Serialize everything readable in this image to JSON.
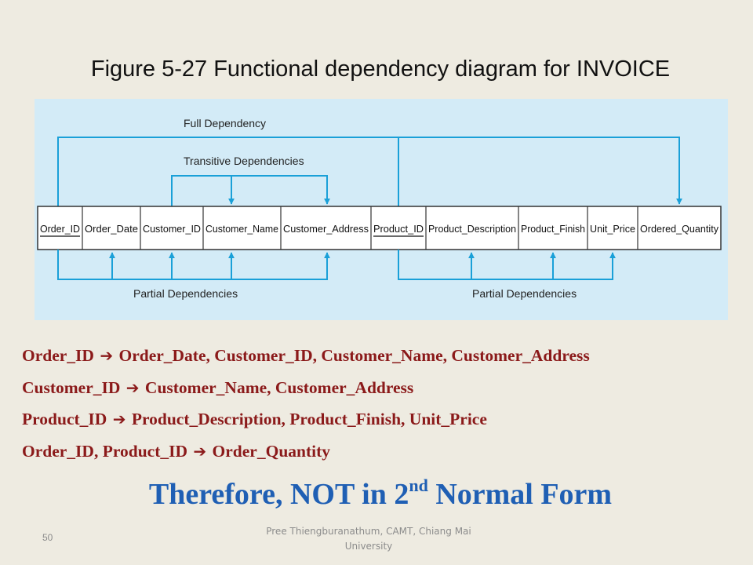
{
  "title": "Figure 5-27 Functional dependency diagram for INVOICE",
  "diagram": {
    "attributes": [
      {
        "name": "Order_ID",
        "key": true
      },
      {
        "name": "Order_Date",
        "key": false
      },
      {
        "name": "Customer_ID",
        "key": false
      },
      {
        "name": "Customer_Name",
        "key": false
      },
      {
        "name": "Customer_Address",
        "key": false
      },
      {
        "name": "Product_ID",
        "key": true
      },
      {
        "name": "Product_Description",
        "key": false
      },
      {
        "name": "Product_Finish",
        "key": false
      },
      {
        "name": "Unit_Price",
        "key": false
      },
      {
        "name": "Ordered_Quantity",
        "key": false
      }
    ],
    "full_dependency_label": "Full Dependency",
    "transitive_label": "Transitive Dependencies",
    "partial_left_label": "Partial Dependencies",
    "partial_right_label": "Partial Dependencies",
    "colors": {
      "panel": "#D3EBF7",
      "arrow": "#1AA0D8",
      "box_border": "#333333"
    }
  },
  "dependencies": [
    {
      "lhs": "Order_ID",
      "arrow": "➔",
      "rhs": "Order_Date, Customer_ID, Customer_Name, Customer_Address"
    },
    {
      "lhs": "Customer_ID",
      "arrow": "➔",
      "rhs": "Customer_Name, Customer_Address"
    },
    {
      "lhs": "Product_ID",
      "arrow": "➔",
      "rhs": "Product_Description, Product_Finish, Unit_Price"
    },
    {
      "lhs": "Order_ID, Product_ID",
      "arrow": "➔",
      "rhs": "Order_Quantity"
    }
  ],
  "conclusion": {
    "prefix": "Therefore, NOT in 2",
    "sup": "nd",
    "suffix": " Normal Form"
  },
  "slide_number": "50",
  "footer": [
    "Pree Thiengburanathum, CAMT, Chiang Mai",
    "University"
  ],
  "colors": {
    "background": "#EEEBE1",
    "dependency_text": "#8B1A1A",
    "conclusion_text": "#1F5FB4"
  }
}
